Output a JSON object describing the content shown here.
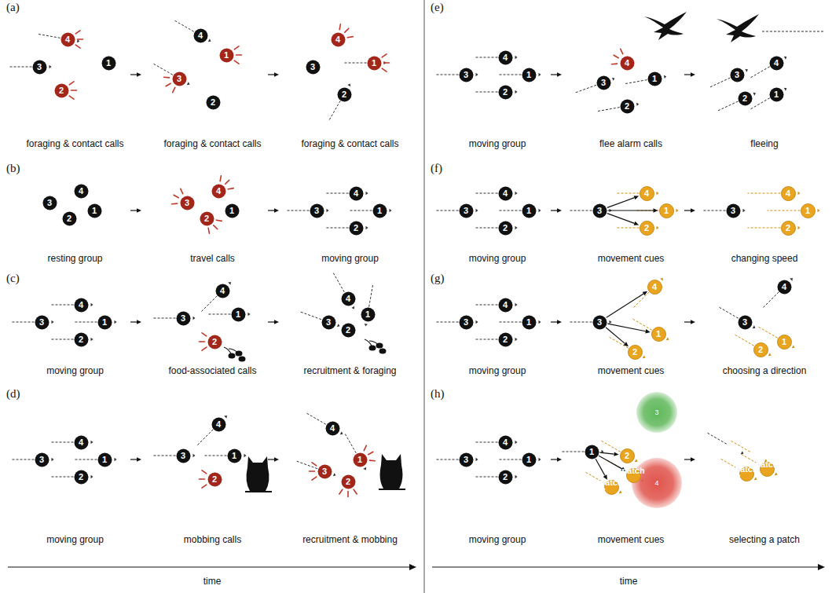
{
  "diagram": {
    "nodes": [
      {
        "text": [
          "1"
        ]
      },
      {
        "text": [
          "2"
        ]
      },
      {
        "text": [
          "3"
        ]
      },
      {
        "text": [
          "4"
        ]
      },
      {
        "text": [
          "1"
        ]
      },
      {
        "text": [
          "2"
        ]
      },
      {
        "text": [
          "3"
        ]
      },
      {
        "text": [
          "4"
        ]
      },
      {
        "text": [
          "1"
        ]
      },
      {
        "text": [
          "2"
        ]
      },
      {
        "text": [
          "3"
        ]
      },
      {
        "text": [
          "4"
        ]
      },
      {
        "text": [
          "1"
        ]
      },
      {
        "text": [
          "2"
        ]
      },
      {
        "text": [
          "3"
        ]
      },
      {
        "text": [
          "4"
        ]
      },
      {
        "text": [
          "1"
        ]
      },
      {
        "text": [
          "2"
        ]
      },
      {
        "text": [
          "3"
        ]
      },
      {
        "text": [
          "4"
        ]
      },
      {
        "text": [
          "1"
        ]
      },
      {
        "text": [
          "2"
        ]
      },
      {
        "text": [
          "3"
        ]
      },
      {
        "text": [
          "4"
        ]
      },
      {
        "text": [
          "1"
        ]
      },
      {
        "text": [
          "2"
        ]
      },
      {
        "text": [
          "3"
        ]
      },
      {
        "text": [
          "4"
        ]
      },
      {
        "text": [
          "1"
        ]
      },
      {
        "text": [
          "2"
        ]
      },
      {
        "text": [
          "3"
        ]
      },
      {
        "text": [
          "4"
        ]
      },
      {
        "text": [
          "1"
        ]
      },
      {
        "text": [
          "2"
        ]
      },
      {
        "text": [
          "3"
        ]
      },
      {
        "text": [
          "4"
        ]
      },
      {
        "text": [
          "1"
        ]
      },
      {
        "text": [
          "2"
        ]
      },
      {
        "text": [
          "3"
        ]
      },
      {
        "text": [
          "4"
        ]
      },
      {
        "text": [
          "1"
        ]
      },
      {
        "text": [
          "2"
        ]
      },
      {
        "text": [
          "3"
        ]
      },
      {
        "text": [
          "4"
        ]
      },
      {
        "text": [
          "1"
        ]
      },
      {
        "text": [
          "2"
        ]
      },
      {
        "text": [
          "3"
        ]
      },
      {
        "text": [
          "4"
        ]
      },
      {
        "text": [
          "1"
        ]
      },
      {
        "text": [
          "2"
        ]
      },
      {
        "text": [
          "3"
        ]
      },
      {
        "text": [
          "4"
        ]
      },
      {
        "text": [
          "1"
        ]
      },
      {
        "text": [
          "2"
        ]
      },
      {
        "text": [
          "3"
        ]
      },
      {
        "text": [
          "4"
        ]
      },
      {
        "text": [
          "1"
        ]
      },
      {
        "text": [
          "2"
        ]
      },
      {
        "text": [
          "3"
        ]
      },
      {
        "text": [
          "4"
        ]
      },
      {
        "text": [
          "1"
        ]
      },
      {
        "text": [
          "2"
        ]
      },
      {
        "text": [
          "3"
        ]
      },
      {
        "text": [
          "4"
        ]
      },
      {
        "text": [
          "1"
        ]
      },
      {
        "text": [
          "2"
        ]
      },
      {
        "text": [
          "3"
        ]
      },
      {
        "text": [
          "4"
        ]
      },
      {
        "text": [
          "1"
        ]
      },
      {
        "text": [
          "2"
        ]
      },
      {
        "text": [
          "3"
        ]
      },
      {
        "text": [
          "4"
        ]
      },
      {
        "text": [
          "1"
        ]
      },
      {
        "text": [
          "2"
        ]
      },
      {
        "text": [
          "3"
        ]
      },
      {
        "text": [
          "4"
        ]
      },
      {
        "text": [
          "1"
        ]
      },
      {
        "text": [
          "2"
        ]
      },
      {
        "text": [
          "3"
        ]
      },
      {
        "text": [
          "4"
        ]
      },
      {
        "text": [
          "1"
        ]
      },
      {
        "text": [
          "2"
        ]
      },
      {
        "text": [
          "3"
        ]
      },
      {
        "text": [
          "4"
        ]
      },
      {
        "text": [
          "1"
        ]
      },
      {
        "text": [
          "2"
        ]
      },
      {
        "text": [
          "3"
        ]
      },
      {
        "text": [
          "4"
        ]
      },
      {
        "text": [
          "patch A"
        ]
      },
      {
        "text": [
          "patch B"
        ]
      },
      {
        "text": [
          "1"
        ]
      },
      {
        "text": [
          "2"
        ]
      },
      {
        "text": [
          "3"
        ]
      },
      {
        "text": [
          "4"
        ]
      },
      {
        "text": [
          "patch A"
        ]
      },
      {
        "text": [
          "patch B"
        ]
      }
    ],
    "edges": [
      {
        "from": 66,
        "to": 67,
        "arrow": "to"
      },
      {
        "from": 66,
        "to": 64,
        "arrow": "to"
      },
      {
        "from": 66,
        "to": 65,
        "arrow": "to"
      },
      {
        "from": 78,
        "to": 79,
        "arrow": "to"
      },
      {
        "from": 78,
        "to": 76,
        "arrow": "to"
      },
      {
        "from": 78,
        "to": 77,
        "arrow": "to"
      },
      {
        "from": 90,
        "to": 91,
        "arrow": "to"
      },
      {
        "from": 90,
        "to": 88,
        "arrow": "to"
      },
      {
        "from": 90,
        "to": 89,
        "arrow": "to"
      }
    ],
    "labels": [
      "(a)",
      "foraging & contact calls",
      "foraging & contact calls",
      "foraging & contact calls",
      "(b)",
      "resting group",
      "travel calls",
      "moving group",
      "(c)",
      "moving group",
      "food-associated calls",
      "recruitment & foraging",
      "(d)",
      "moving group",
      "mobbing calls",
      "recruitment & mobbing",
      "(e)",
      "moving group",
      "flee alarm calls",
      "fleeing",
      "(f)",
      "moving group",
      "movement cues",
      "changing speed",
      "(g)",
      "moving group",
      "movement cues",
      "choosing a direction",
      "(h)",
      "moving group",
      "movement cues",
      "selecting a patch",
      "time",
      "time"
    ]
  }
}
